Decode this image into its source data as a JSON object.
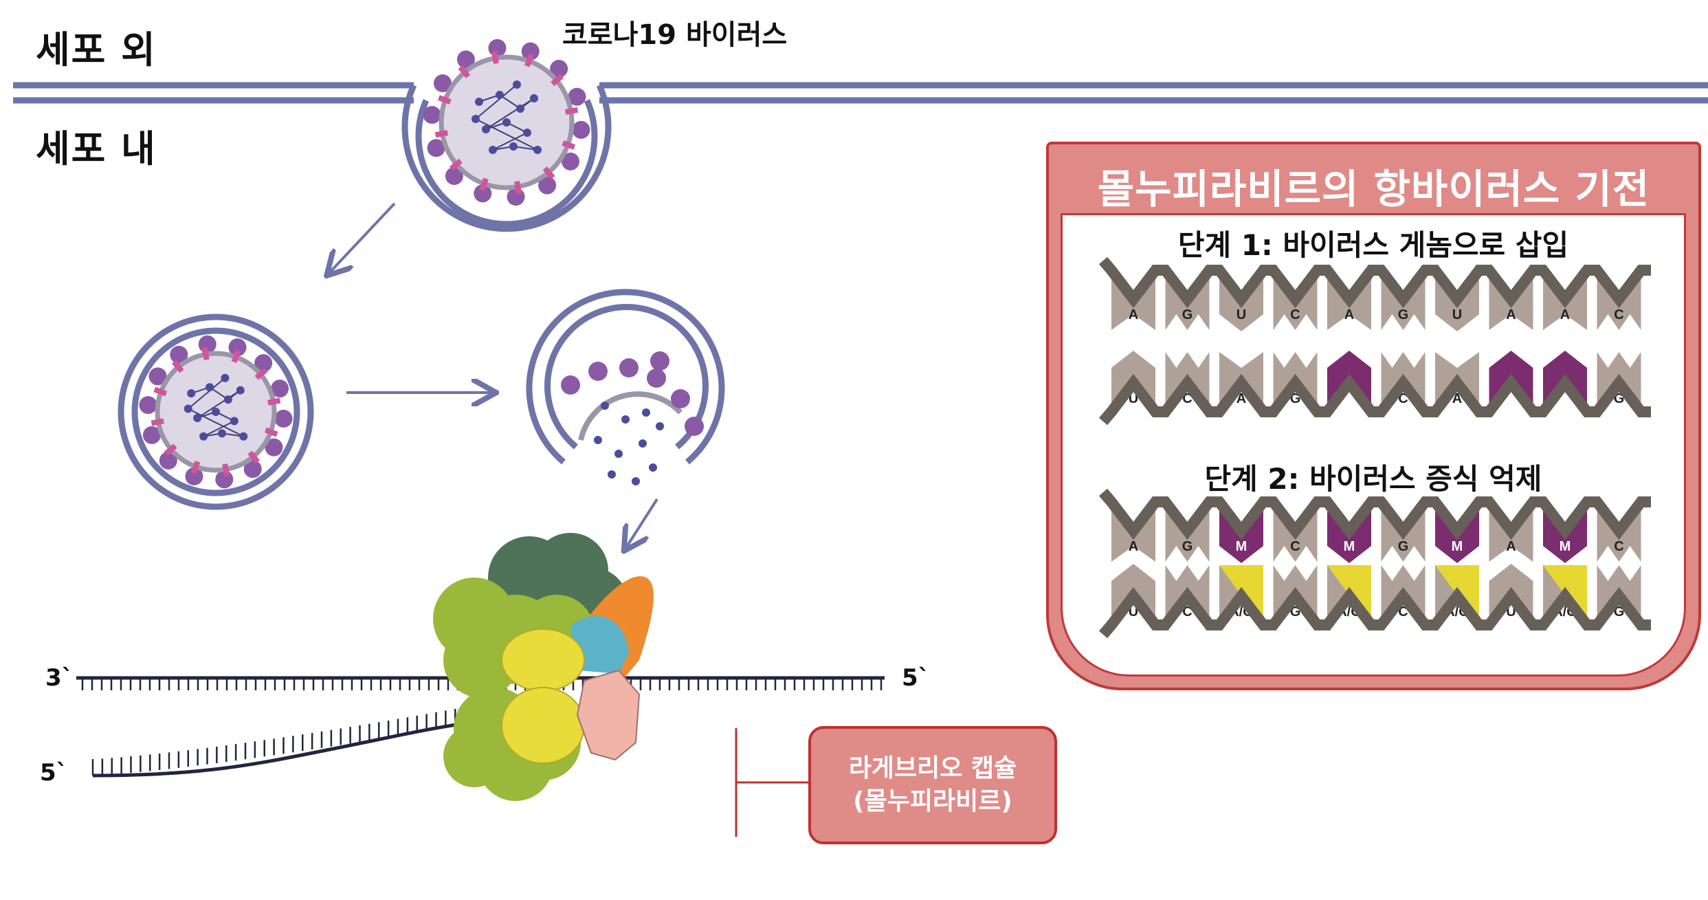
{
  "labels": {
    "outside": "세포 외",
    "inside": "세포 내",
    "virus": "코로나19 바이러스",
    "mrna_3prime": "3`",
    "mrna_5prime_right": "5`",
    "strand_5prime_left": "5`"
  },
  "capsule": {
    "line1": "라게브리오 캡슐",
    "line2": "(몰누피라비르)"
  },
  "panel": {
    "title": "몰누피라비르의 항바이러스 기전",
    "step1": {
      "title": "단계 1: 바이러스 게놈으로 삽입",
      "top": [
        "A",
        "G",
        "U",
        "C",
        "A",
        "G",
        "U",
        "A",
        "A",
        "C"
      ],
      "bottom": [
        "U",
        "C",
        "A",
        "G",
        "M",
        "C",
        "A",
        "M",
        "M",
        "G"
      ]
    },
    "step2": {
      "title": "단계 2: 바이러스 증식 억제",
      "top": [
        "A",
        "G",
        "M",
        "C",
        "M",
        "G",
        "M",
        "A",
        "M",
        "C"
      ],
      "bottom": [
        "U",
        "C",
        "A/G",
        "G",
        "A/G",
        "C",
        "A/G",
        "U",
        "A/G",
        "G"
      ]
    }
  },
  "colors": {
    "membrane": "#6e74a8",
    "base": "#b0a198",
    "molnupiravir": "#7b2d6f",
    "mutation": "#e6d733",
    "backbone": "#676058",
    "panel_fill": "#df8a87",
    "panel_border": "#c0393b"
  }
}
